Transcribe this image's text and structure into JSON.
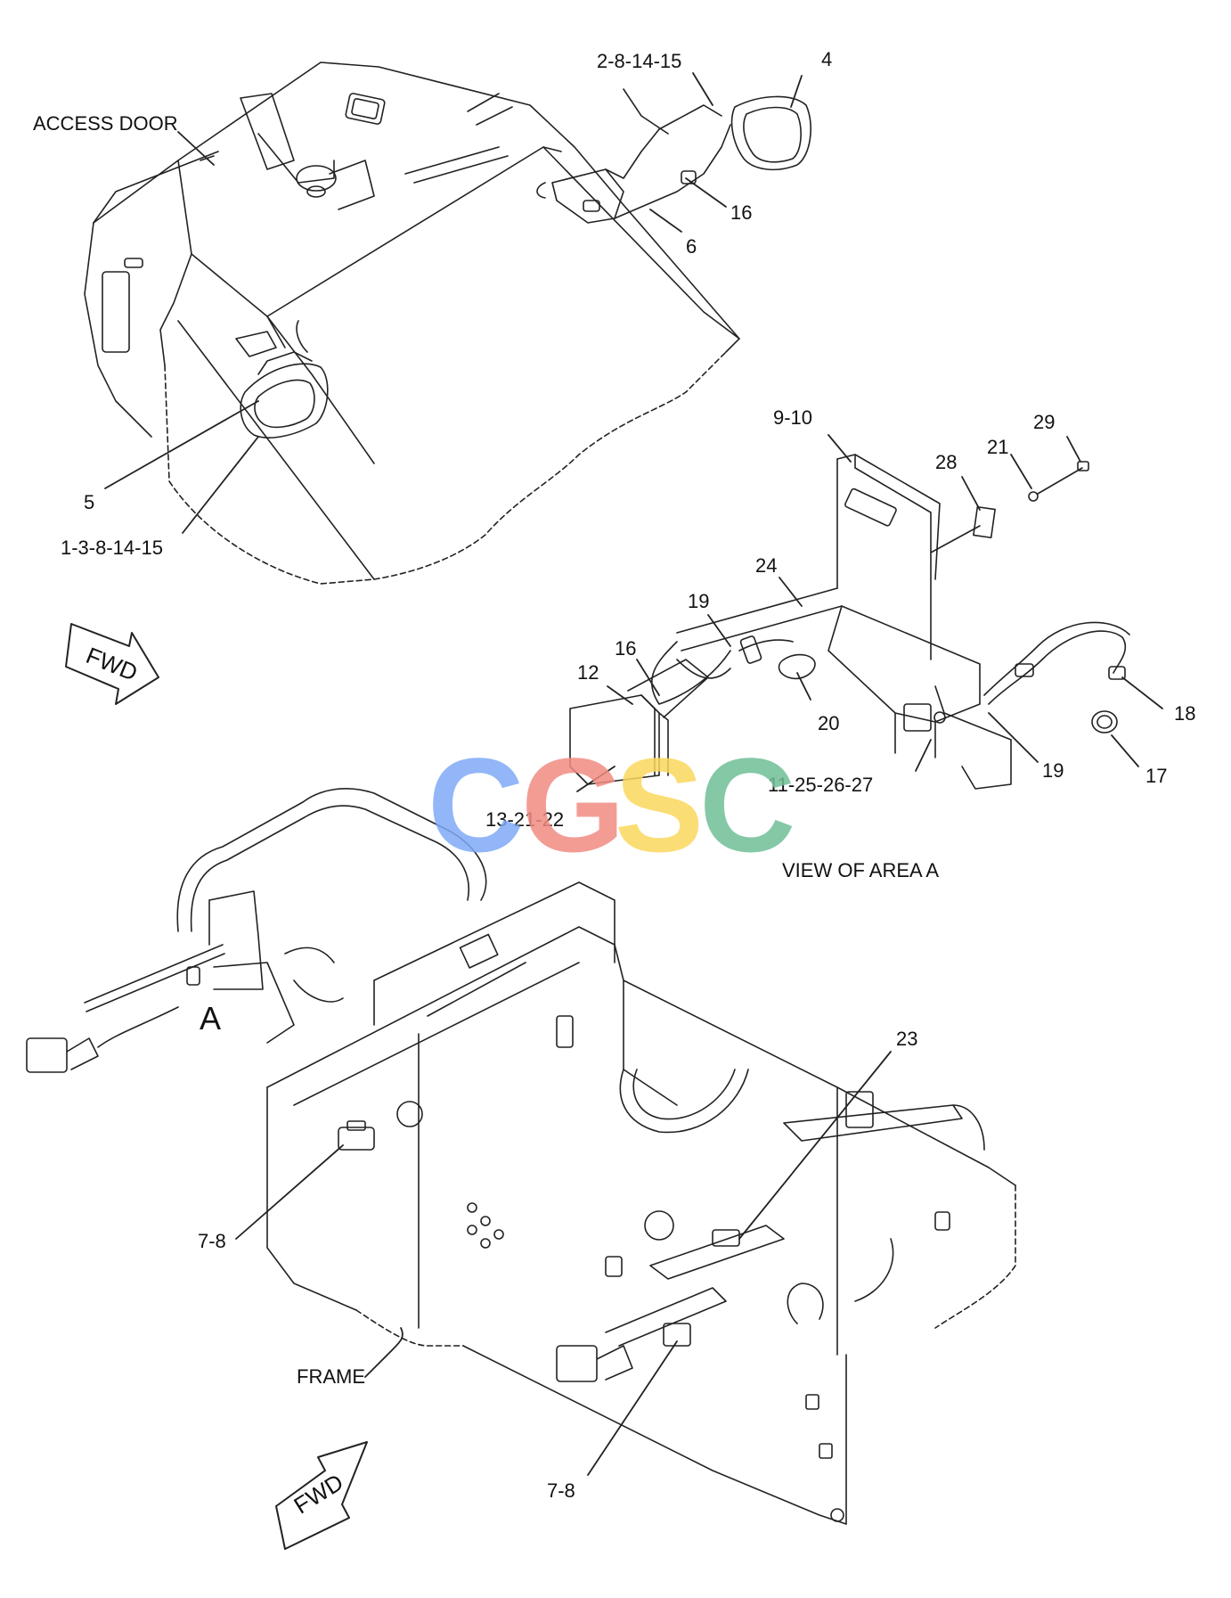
{
  "labels": {
    "access_door": "ACCESS DOOR",
    "top_lamp_callout": "2-8-14-15",
    "item_4": "4",
    "item_16_top": "16",
    "item_6": "6",
    "item_5": "5",
    "left_lamp_callout": "1-3-8-14-15",
    "item_9_10": "9-10",
    "item_28": "28",
    "item_21": "21",
    "item_29": "29",
    "item_24": "24",
    "item_19_left": "19",
    "item_16_mid": "16",
    "item_12": "12",
    "item_20": "20",
    "item_18": "18",
    "item_19_right": "19",
    "item_17": "17",
    "item_11_group": "11-25-26-27",
    "item_13_group": "13-21-22",
    "view_of_area": "VIEW OF AREA A",
    "area_a": "A",
    "item_23": "23",
    "item_7_8_upper": "7-8",
    "frame": "FRAME",
    "item_7_8_lower": "7-8",
    "fwd_top": "FWD",
    "fwd_bottom": "FWD"
  },
  "watermark": {
    "letters": [
      "C",
      "G",
      "S",
      "C"
    ],
    "colors": [
      "#7faaf7",
      "#f28b82",
      "#fbd85d",
      "#6fbf97"
    ]
  }
}
